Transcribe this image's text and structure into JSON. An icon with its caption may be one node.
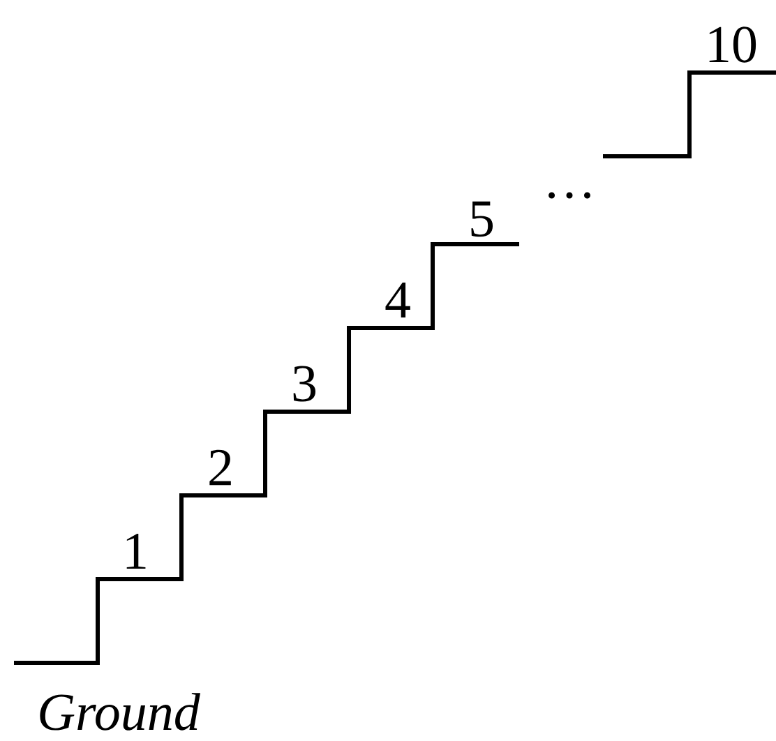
{
  "diagram": {
    "labels": [
      "10",
      "5",
      "…",
      "4",
      "3",
      "2",
      "1",
      "Ground"
    ]
  }
}
